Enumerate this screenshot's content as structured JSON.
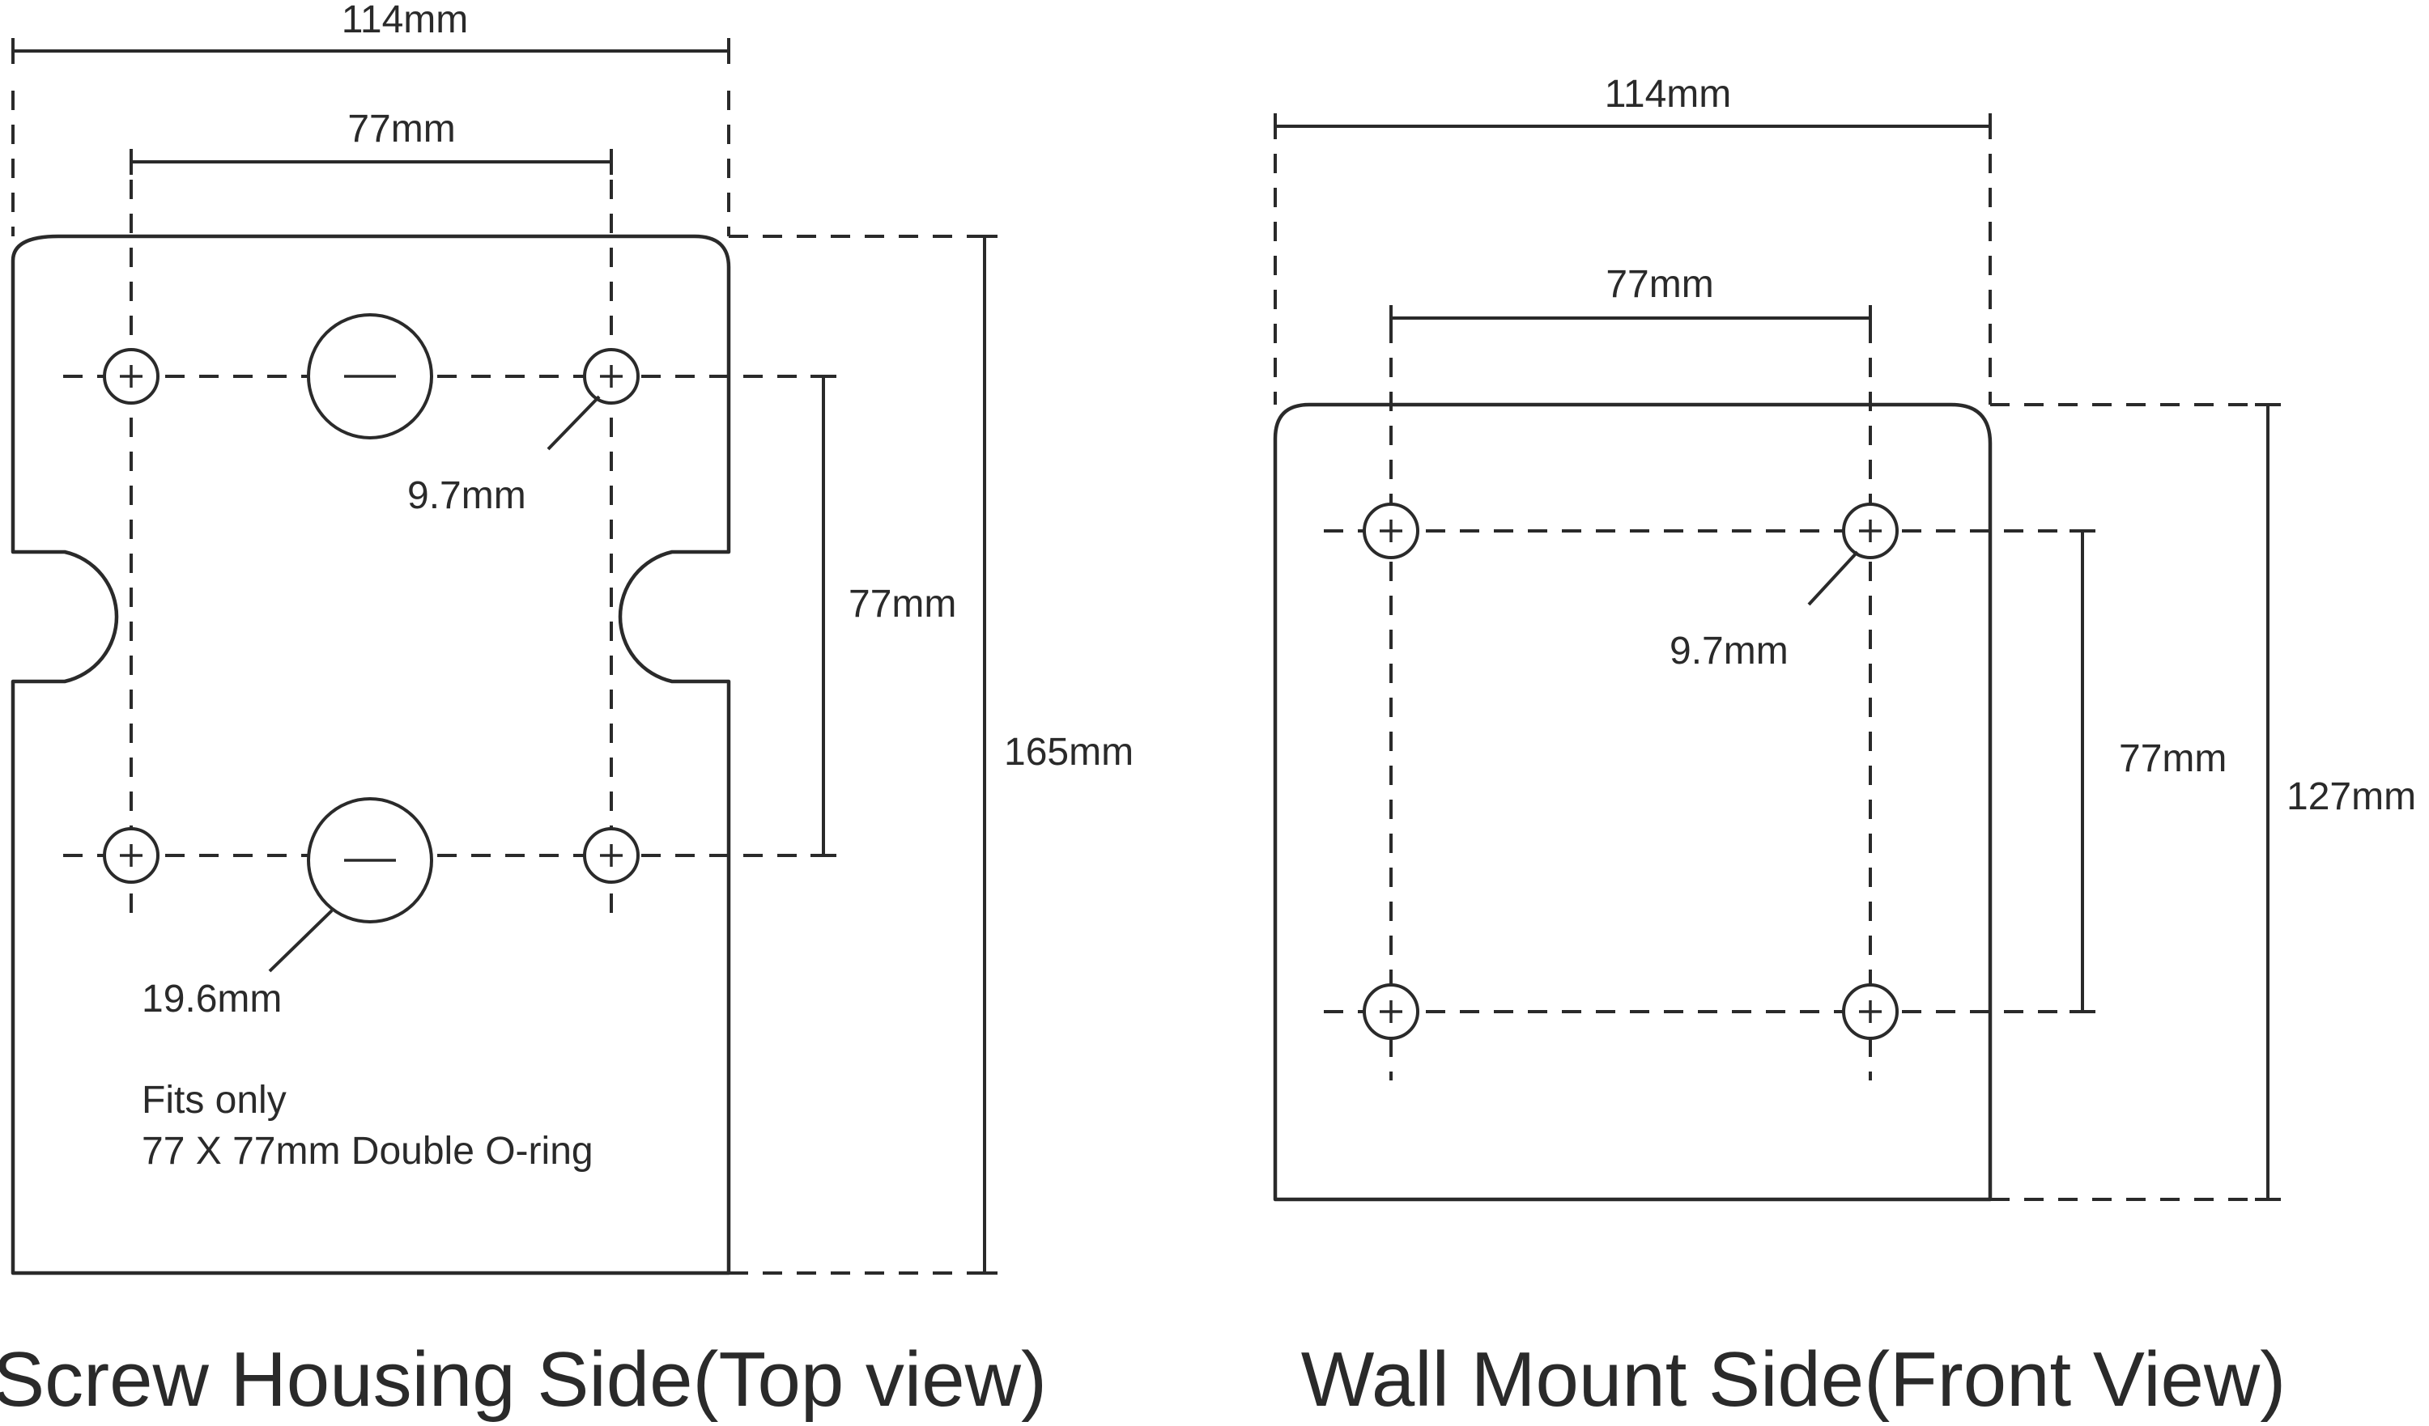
{
  "left_view": {
    "dim_width_total": "114mm",
    "dim_width_holes": "77mm",
    "dim_height_holes": "77mm",
    "dim_height_total": "165mm",
    "screw_hole_diameter": "9.7mm",
    "large_hole_diameter": "19.6mm",
    "note_line1": "Fits only",
    "note_line2": "77 X 77mm Double O-ring",
    "caption": "Screw Housing Side(Top view)"
  },
  "right_view": {
    "dim_width_total": "114mm",
    "dim_width_holes": "77mm",
    "dim_height_holes": "77mm",
    "dim_height_total": "127mm",
    "screw_hole_diameter": "9.7mm",
    "caption": "Wall Mount Side(Front View)"
  },
  "colors": {
    "line": "#2a2a2a",
    "background": "#ffffff"
  }
}
